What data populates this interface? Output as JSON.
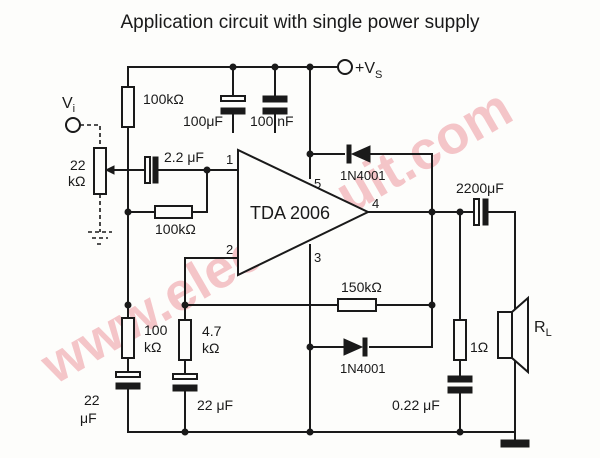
{
  "title": "Application circuit with single power supply",
  "watermark": "www.eleccircuit.com",
  "ic": {
    "name": "TDA 2006",
    "pins": {
      "p1": "1",
      "p2": "2",
      "p3": "3",
      "p4": "4",
      "p5": "5"
    }
  },
  "supply": {
    "plus": "+V",
    "sub": "S"
  },
  "input": {
    "v": "V",
    "sub": "i"
  },
  "load": {
    "r": "R",
    "sub": "L"
  },
  "components": {
    "r_top": "100kΩ",
    "c_100u": "100μF",
    "c_100n": "100 nF",
    "pot_val": "22",
    "pot_unit": "kΩ",
    "c_in": "2.2 μF",
    "r_bias": "100kΩ",
    "d_top": "1N4001",
    "c_out": "2200μF",
    "r_fb": "150kΩ",
    "d_bot": "1N4001",
    "r_100k_val": "100",
    "r_100k_unit": "kΩ",
    "r_47k_val": "4.7",
    "r_47k_unit": "kΩ",
    "r_1": "1Ω",
    "c_22_val": "22",
    "c_22_unit": "μF",
    "c_22u_b": "22 μF",
    "c_022": "0.22 μF"
  }
}
